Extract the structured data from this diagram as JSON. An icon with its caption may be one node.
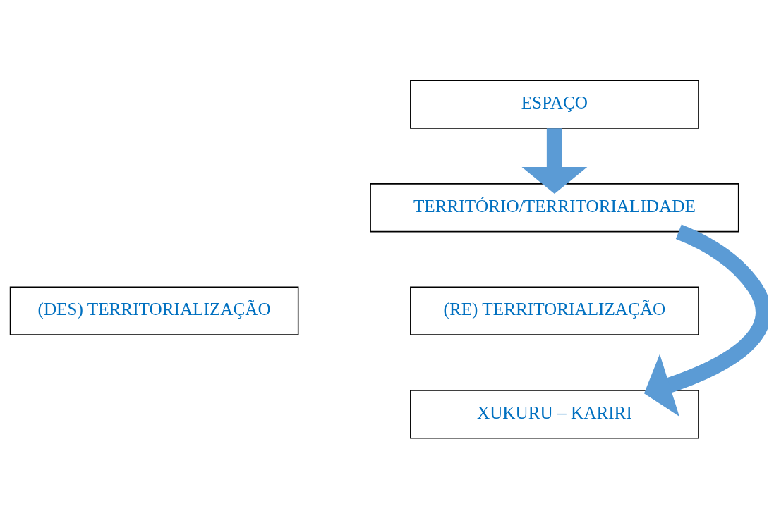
{
  "diagram": {
    "nodes": [
      {
        "text": [
          "ESPAÇO"
        ]
      },
      {
        "text": [
          "TERRITÓRIO/TERRITORIALIDADE"
        ]
      },
      {
        "text": [
          "(DES) TERRITORIALIZAÇÃO"
        ]
      },
      {
        "text": [
          "(RE) TERRITORIALIZAÇÃO"
        ]
      },
      {
        "text": [
          "XUKURU – KARIRI"
        ]
      }
    ],
    "edges": [
      {
        "from": 0,
        "to": 1,
        "arrow": "to"
      },
      {
        "from": 1,
        "to": 4,
        "arrow": "to"
      }
    ]
  }
}
